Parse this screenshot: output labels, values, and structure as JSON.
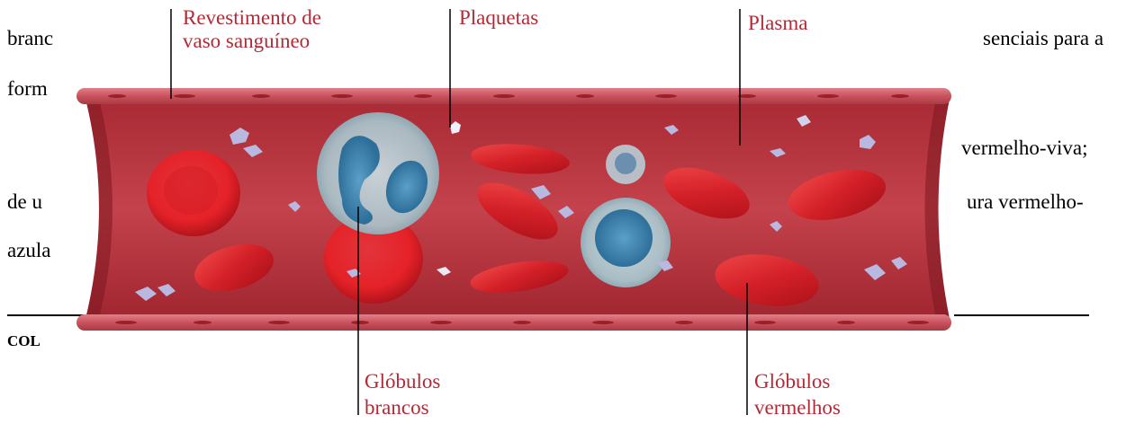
{
  "background_text": {
    "l1_left": "branc",
    "l1_right": "senciais para a",
    "l2_left": "form",
    "l3_right": "vermelho-viva;",
    "l4_left": "de u",
    "l4_right": "ura vermelho-",
    "l5_left": "azula",
    "heading": "COL"
  },
  "labels": {
    "vessel_lining_1": "Revestimento de",
    "vessel_lining_2": "vaso sanguíneo",
    "platelets": "Plaquetas",
    "plasma": "Plasma",
    "white_cells_1": "Glóbulos",
    "white_cells_2": "brancos",
    "red_cells_1": "Glóbulos",
    "red_cells_2": "vermelhos"
  },
  "colors": {
    "label": "#b22a36",
    "vessel_wall": "#c9525e",
    "vessel_interior": "#b8303c",
    "red_cell": "#e0202a",
    "white_cell_membrane": "#b9d2da",
    "white_cell_nucleus": "#3f86b4",
    "platelet": "#b7b7dc"
  }
}
